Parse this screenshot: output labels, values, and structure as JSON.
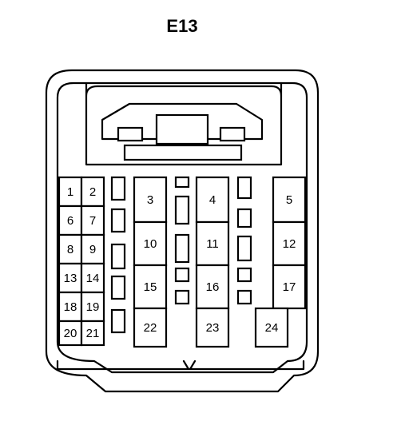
{
  "title": "E13",
  "pins": [
    "1",
    "2",
    "3",
    "4",
    "5",
    "6",
    "7",
    "8",
    "9",
    "10",
    "11",
    "12",
    "13",
    "14",
    "15",
    "16",
    "17",
    "18",
    "19",
    "20",
    "21",
    "22",
    "23",
    "24"
  ]
}
